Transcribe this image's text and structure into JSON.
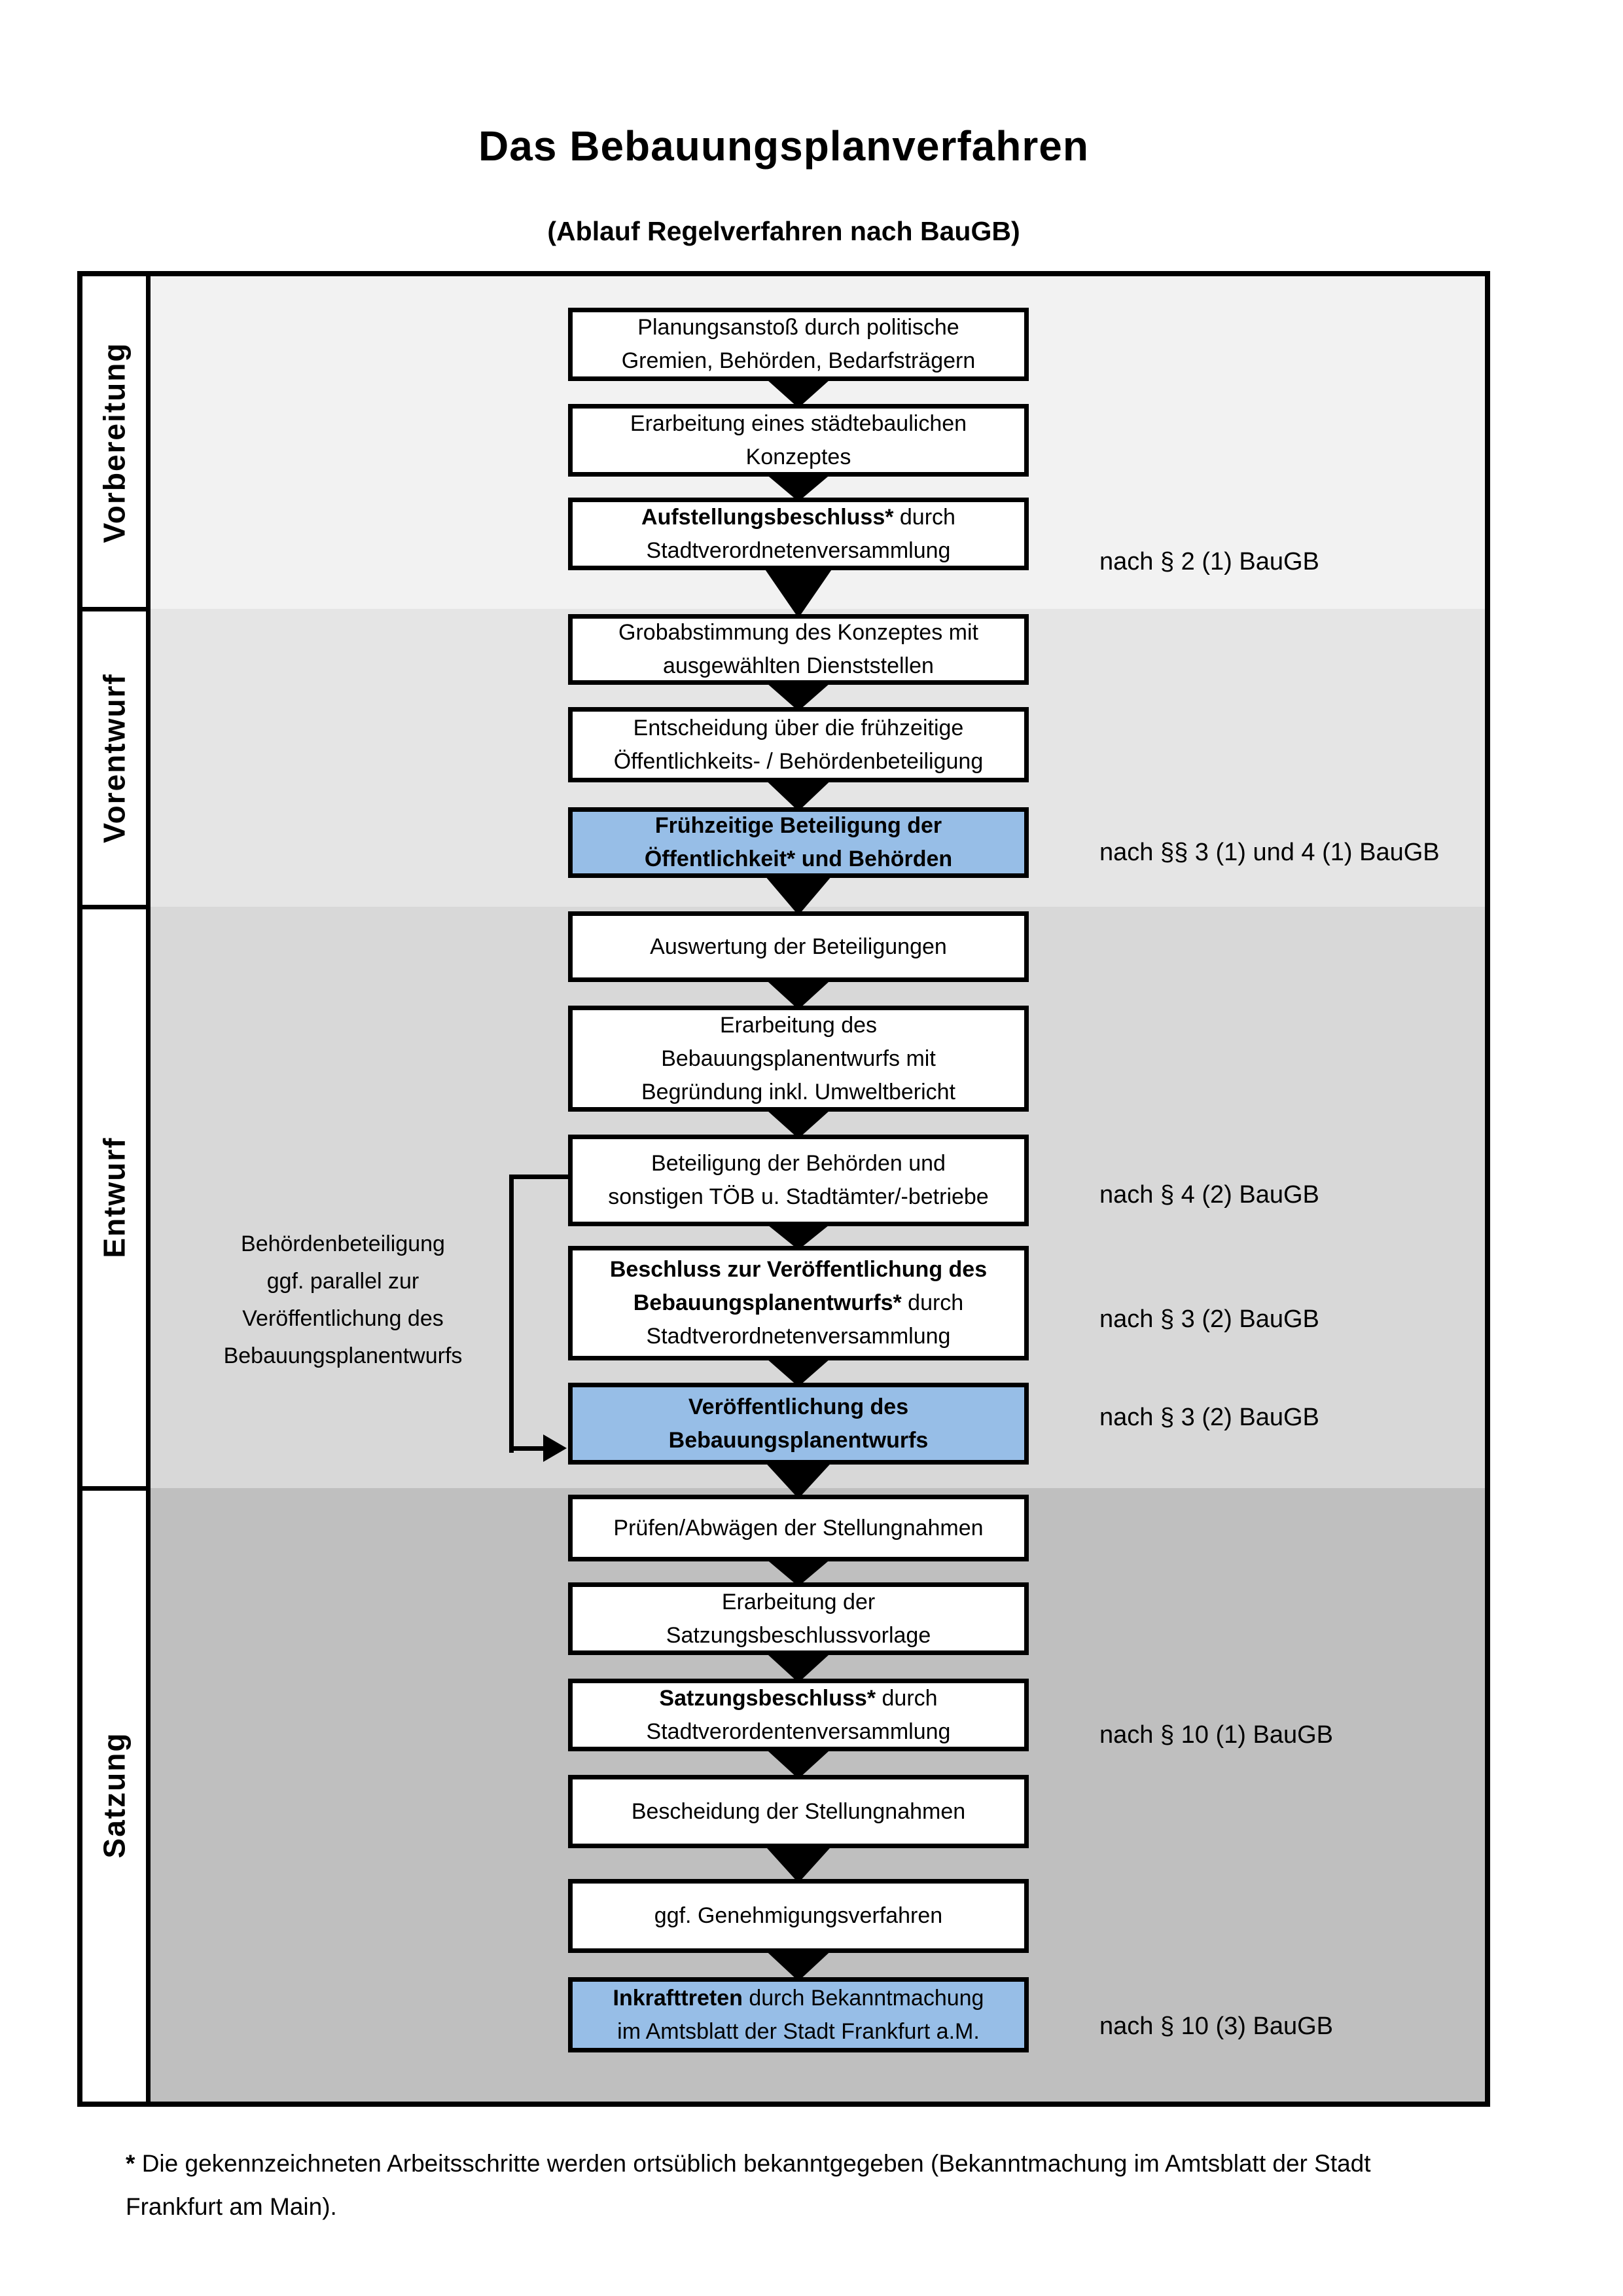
{
  "header": {
    "title": "Das Bebauungsplanverfahren",
    "subtitle": "(Ablauf Regelverfahren nach BauGB)"
  },
  "colors": {
    "highlight_blue": "#97BEE7",
    "border_black": "#000000"
  },
  "diagram": {
    "phases": [
      {
        "label": "Vorbereitung",
        "color": "#f2f2f2"
      },
      {
        "label": "Vorentwurf",
        "color": "#e5e5e5"
      },
      {
        "label": "Entwurf",
        "color": "#d8d8d8"
      },
      {
        "label": "Satzung",
        "color": "#bfbfbf"
      }
    ],
    "steps": [
      {
        "lines": [
          [
            "Planungsanstoß durch politische"
          ],
          [
            "Gremien, Behörden, Bedarfsträgern"
          ]
        ],
        "highlight": false,
        "ref": null
      },
      {
        "lines": [
          [
            "Erarbeitung eines städtebaulichen"
          ],
          [
            "Konzeptes"
          ]
        ],
        "highlight": false,
        "ref": null
      },
      {
        "lines": [
          [
            {
              "t": "Aufstellungsbeschluss*",
              "b": true
            },
            {
              "t": " durch"
            }
          ],
          [
            "Stadtverordnetenversammlung"
          ]
        ],
        "highlight": false,
        "ref": "nach § 2 (1) BauGB"
      },
      {
        "lines": [
          [
            "Grobabstimmung des Konzeptes mit"
          ],
          [
            "ausgewählten Dienststellen"
          ]
        ],
        "highlight": false,
        "ref": null
      },
      {
        "lines": [
          [
            "Entscheidung über die frühzeitige"
          ],
          [
            "Öffentlichkeits- / Behördenbeteiligung"
          ]
        ],
        "highlight": false,
        "ref": null
      },
      {
        "lines": [
          [
            {
              "t": "Frühzeitige Beteiligung der",
              "b": true
            }
          ],
          [
            {
              "t": "Öffentlichkeit* und Behörden",
              "b": true
            }
          ]
        ],
        "highlight": true,
        "ref": "nach §§ 3 (1) und 4 (1) BauGB"
      },
      {
        "lines": [
          [
            "Auswertung der Beteiligungen"
          ]
        ],
        "highlight": false,
        "ref": null
      },
      {
        "lines": [
          [
            "Erarbeitung des"
          ],
          [
            "Bebauungsplanentwurfs mit"
          ],
          [
            "Begründung inkl. Umweltbericht"
          ]
        ],
        "highlight": false,
        "ref": null
      },
      {
        "lines": [
          [
            "Beteiligung der Behörden und"
          ],
          [
            "sonstigen TÖB u. Stadtämter/-betriebe"
          ]
        ],
        "highlight": false,
        "ref": "nach § 4 (2) BauGB"
      },
      {
        "lines": [
          [
            {
              "t": "Beschluss zur Veröffentlichung des",
              "b": true
            }
          ],
          [
            {
              "t": "Bebauungsplanentwurfs*",
              "b": true
            },
            {
              "t": " durch"
            }
          ],
          [
            "Stadtverordnetenversammlung"
          ]
        ],
        "highlight": false,
        "ref": "nach § 3 (2) BauGB"
      },
      {
        "lines": [
          [
            {
              "t": "Veröffentlichung des",
              "b": true
            }
          ],
          [
            {
              "t": "Bebauungsplanentwurfs",
              "b": true
            }
          ]
        ],
        "highlight": true,
        "ref": "nach § 3 (2) BauGB"
      },
      {
        "lines": [
          [
            "Prüfen/Abwägen der Stellungnahmen"
          ]
        ],
        "highlight": false,
        "ref": null
      },
      {
        "lines": [
          [
            "Erarbeitung der"
          ],
          [
            "Satzungsbeschlussvorlage"
          ]
        ],
        "highlight": false,
        "ref": null
      },
      {
        "lines": [
          [
            {
              "t": "Satzungsbeschluss*",
              "b": true
            },
            {
              "t": " durch"
            }
          ],
          [
            "Stadtverordentenversammlung"
          ]
        ],
        "highlight": false,
        "ref": "nach § 10 (1) BauGB"
      },
      {
        "lines": [
          [
            "Bescheidung der Stellungnahmen"
          ]
        ],
        "highlight": false,
        "ref": null
      },
      {
        "lines": [
          [
            "ggf. Genehmigungsverfahren"
          ]
        ],
        "highlight": false,
        "ref": null
      },
      {
        "lines": [
          [
            {
              "t": "Inkrafttreten",
              "b": true
            },
            {
              "t": " durch Bekanntmachung"
            }
          ],
          [
            "im Amtsblatt der Stadt Frankfurt a.M."
          ]
        ],
        "highlight": true,
        "ref": "nach § 10 (3) BauGB"
      }
    ],
    "side_note": {
      "lines": [
        "Behördenbeteiligung",
        "ggf. parallel zur",
        "Veröffentlichung des",
        "Bebauungsplanentwurfs"
      ]
    }
  },
  "footnote": {
    "star": "*",
    "line1": "Die gekennzeichneten Arbeitsschritte werden ortsüblich bekanntgegeben (Bekanntmachung im Amtsblatt  der Stadt",
    "line2": "Frankfurt am Main)."
  }
}
